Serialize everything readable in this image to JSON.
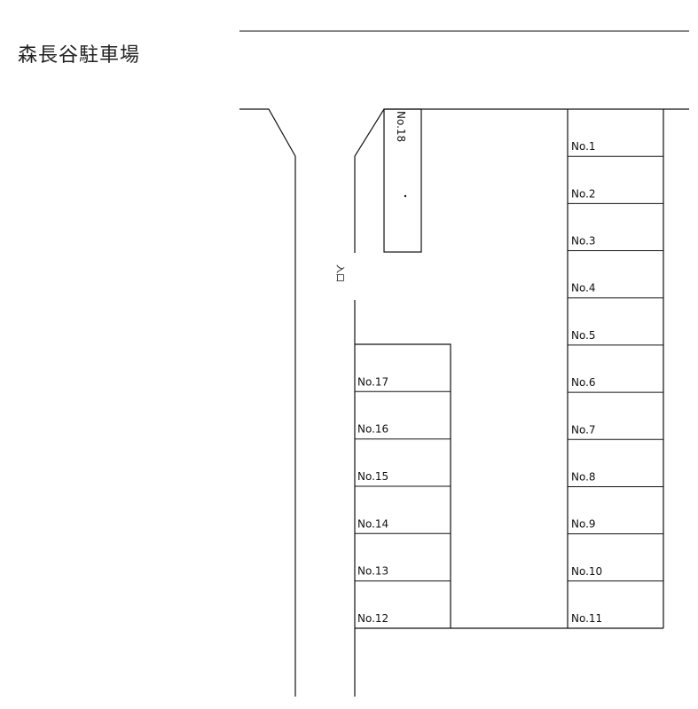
{
  "title": "森長谷駐車場",
  "entrance_label": "入口",
  "spaces": {
    "right": [
      "No.1",
      "No.2",
      "No.3",
      "No.4",
      "No.5",
      "No.6",
      "No.7",
      "No.8",
      "No.9",
      "No.10",
      "No.11"
    ],
    "left": [
      "No.17",
      "No.16",
      "No.15",
      "No.14",
      "No.13",
      "No.12"
    ],
    "top": "No.18"
  }
}
